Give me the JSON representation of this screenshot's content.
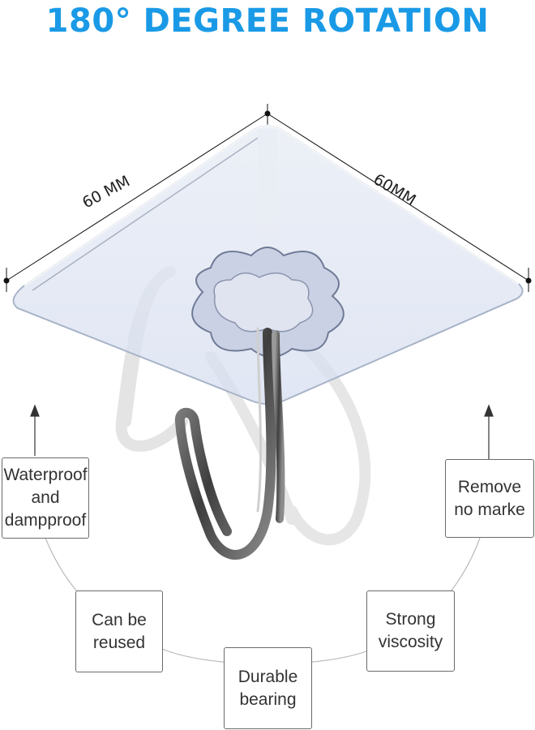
{
  "title": "180° DEGREE ROTATION",
  "dimensions": {
    "left": "60 MM",
    "right": "60MM"
  },
  "features": {
    "waterproof": "Waterproof\nand\ndampproof",
    "remove": "Remove\nno marke",
    "reuse": "Can be\nreused",
    "strong": "Strong\nviscosity",
    "durable": "Durable\nbearing"
  },
  "colors": {
    "title": "#1a9ae6",
    "pad_edge": "#9aa8bd",
    "hook_dark": "#5a5a5a"
  }
}
